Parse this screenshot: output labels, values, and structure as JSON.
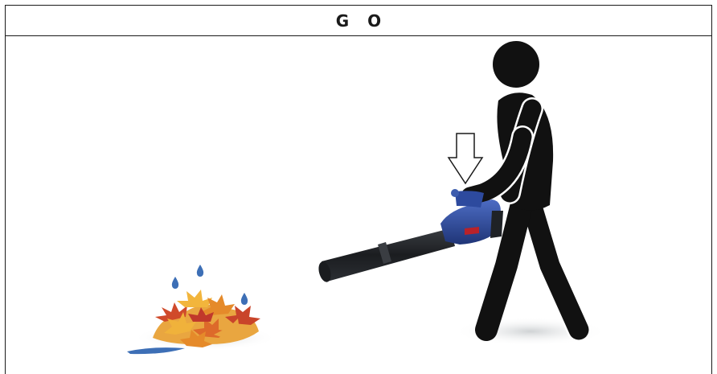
{
  "header": {
    "title": "G O"
  },
  "scene": {
    "icons": [
      "person-silhouette",
      "leaf-blower",
      "press-down-arrow",
      "leaf-pile",
      "water-drops"
    ],
    "colors": {
      "silhouette": "#111111",
      "blower_body": "#2d4a9e",
      "blower_tube": "#1f2226",
      "leaf_orange": "#e58a2a",
      "leaf_red": "#d04a2a",
      "leaf_yellow": "#f2b53c",
      "water": "#3d6fb6",
      "shadow": "#d4d6d8"
    }
  }
}
